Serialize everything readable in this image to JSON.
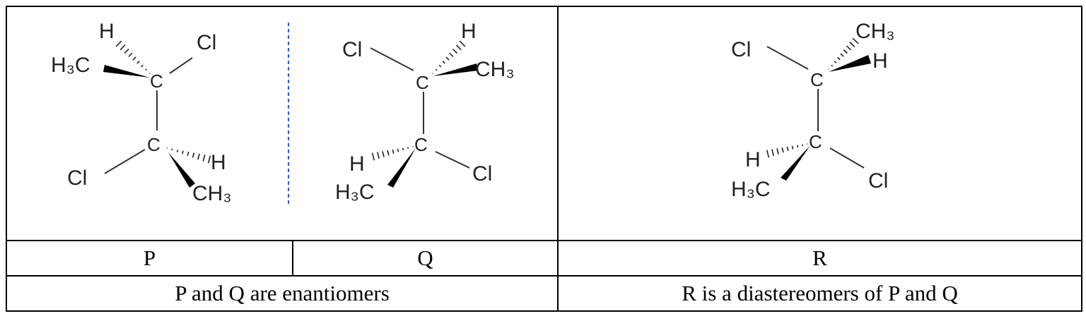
{
  "molecules": {
    "P": {
      "h_top": "H",
      "ch3_top": "H₃C",
      "cl_top": "Cl",
      "c1": "C",
      "c2": "C",
      "cl_bottom": "Cl",
      "h_bottom": "H",
      "ch3_bottom": "CH₃"
    },
    "Q": {
      "cl_top": "Cl",
      "h_top": "H",
      "ch3_top": "CH₃",
      "c1": "C",
      "c2": "C",
      "h_bottom": "H",
      "ch3_bottom": "H₃C",
      "cl_bottom": "Cl"
    },
    "R": {
      "cl_top": "Cl",
      "ch3_top": "CH₃",
      "h_top": "H",
      "c1": "C",
      "c2": "C",
      "h_bottom": "H",
      "ch3_bottom": "H₃C",
      "cl_bottom": "Cl"
    }
  },
  "labels": {
    "p": "P",
    "q": "Q",
    "r": "R"
  },
  "notes": {
    "pq": "P and Q are enantiomers",
    "r": "R is a diastereomers of P and Q"
  },
  "colors": {
    "mirror_line": "#3355dd"
  }
}
